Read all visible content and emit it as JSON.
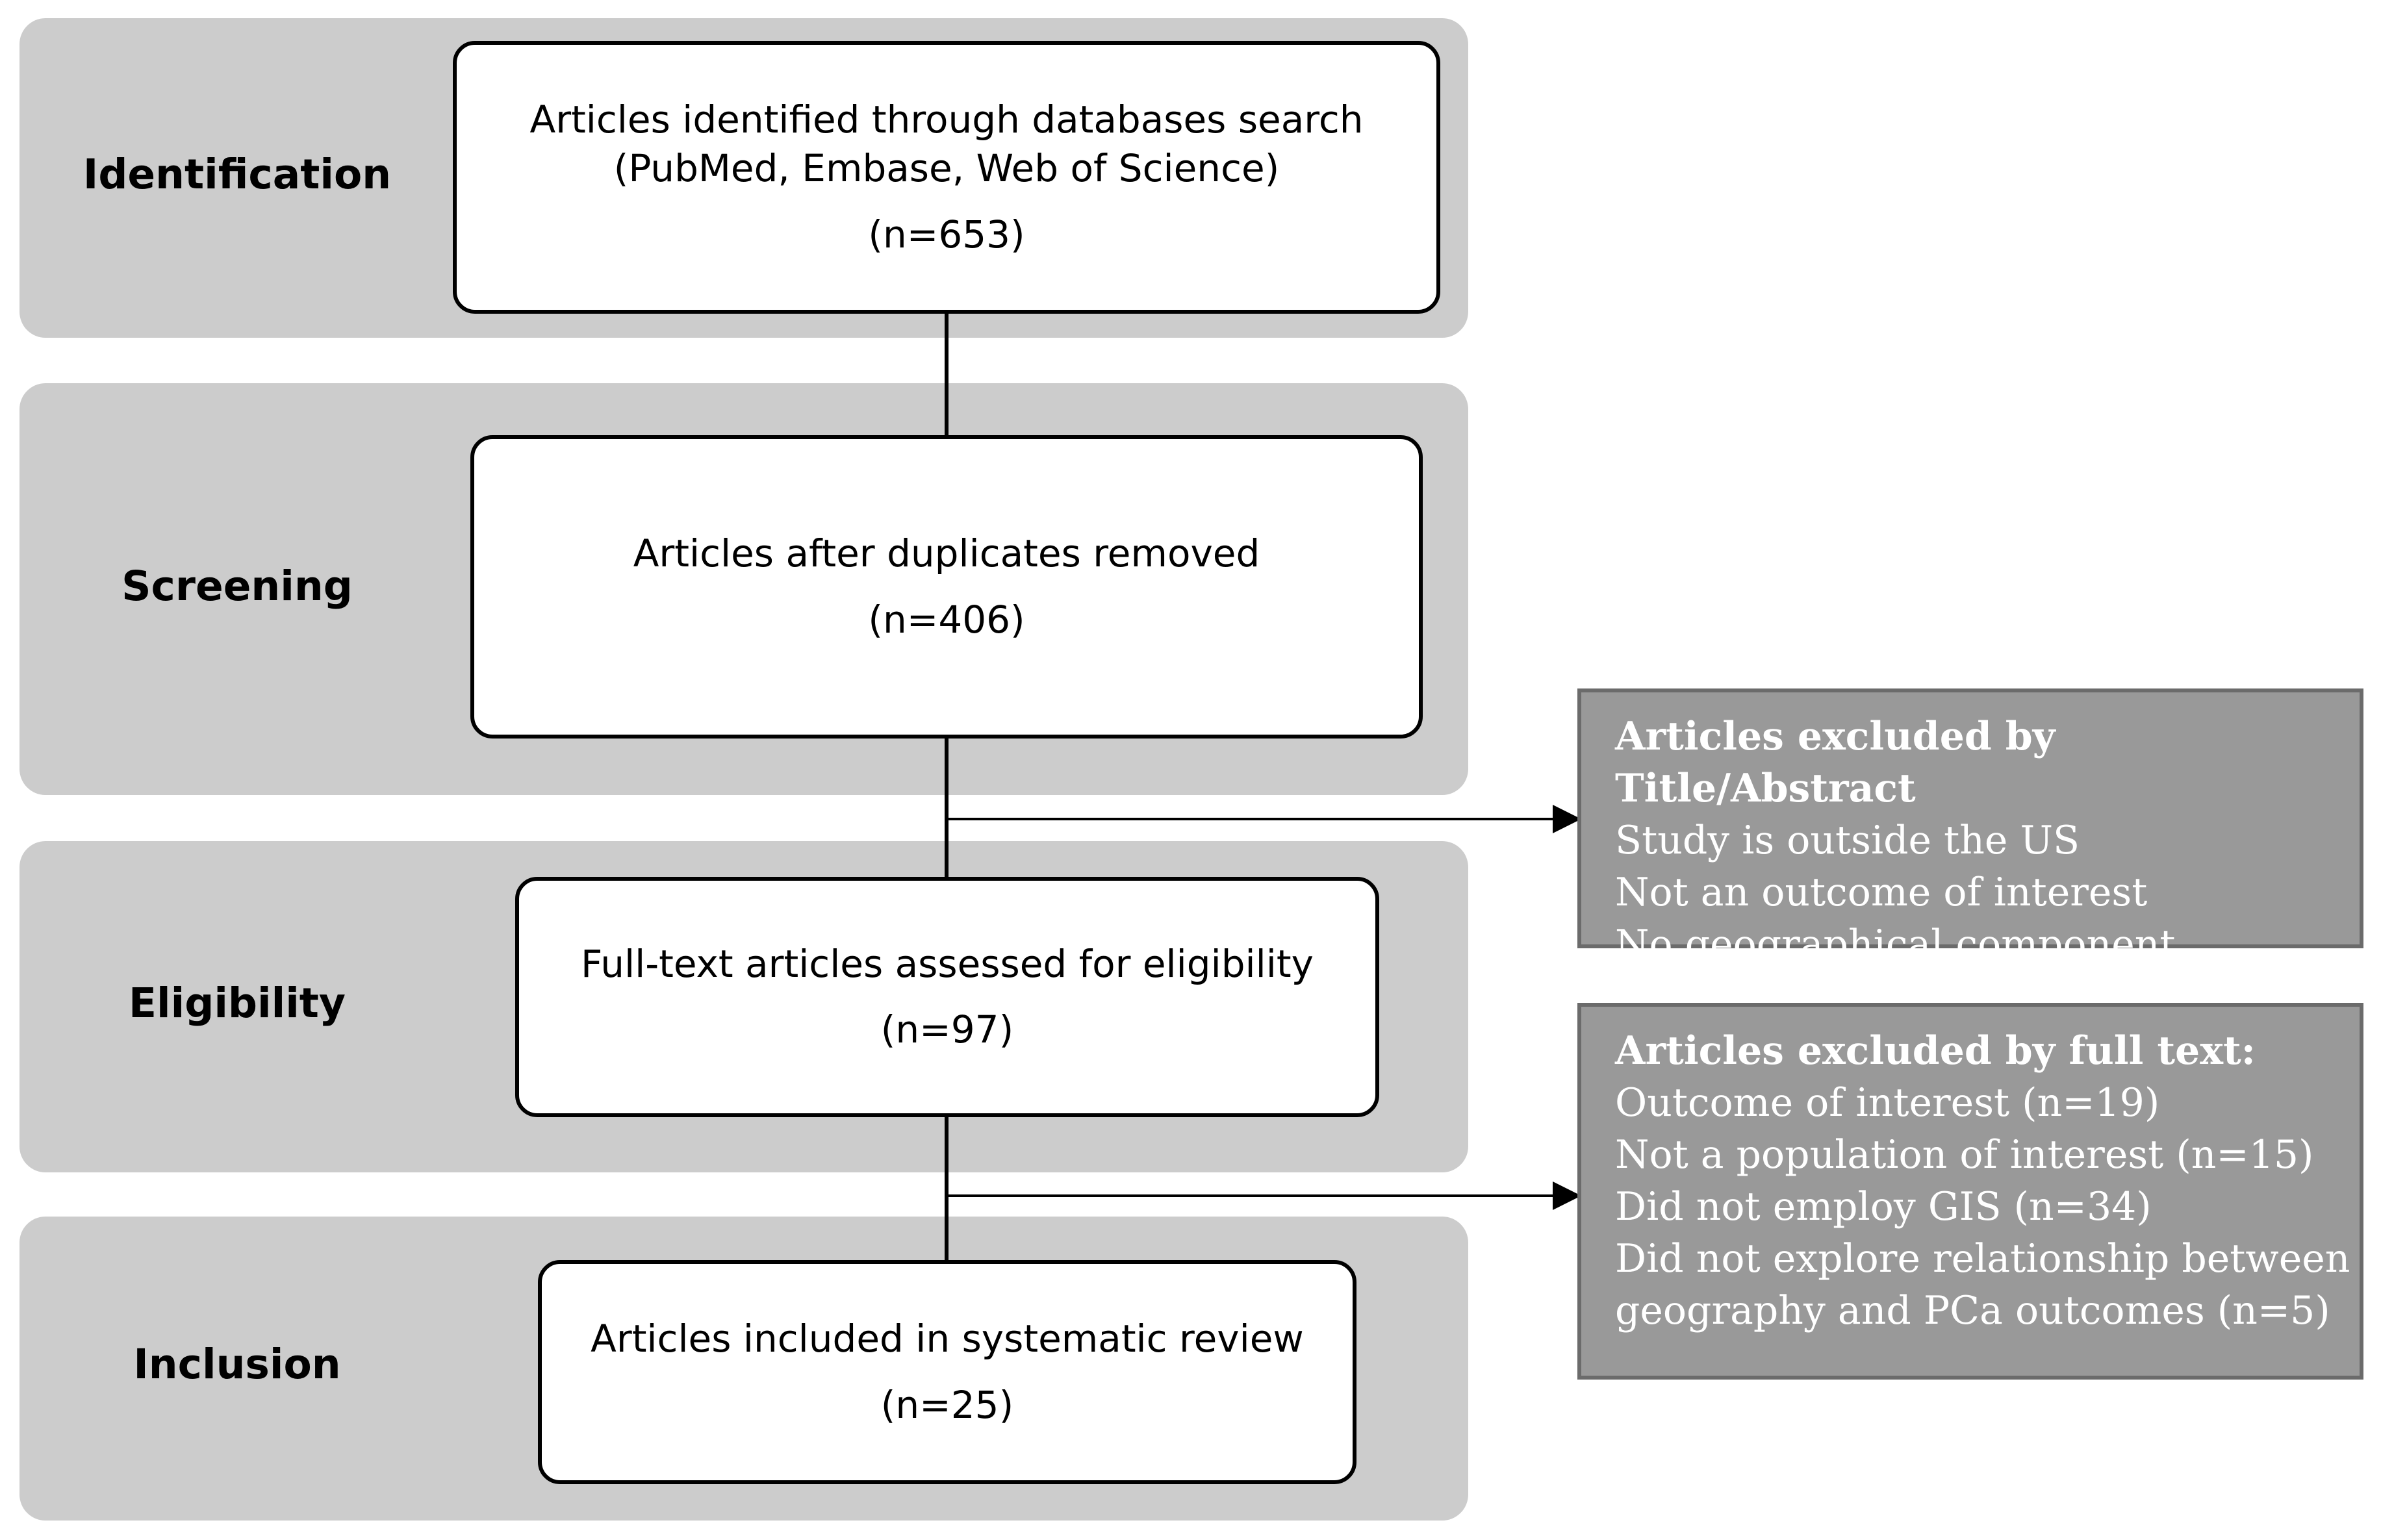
{
  "stages": {
    "identification": "Identification",
    "screening": "Screening",
    "eligibility": "Eligibility",
    "inclusion": "Inclusion"
  },
  "boxes": {
    "identified": {
      "line1": "Articles identified through databases search",
      "line2": "(PubMed, Embase, Web of Science)",
      "count": "(n=653)"
    },
    "deduplicated": {
      "line1": "Articles after duplicates removed",
      "count": "(n=406)"
    },
    "eligibility": {
      "line1": "Full-text articles assessed for eligibility",
      "count": "(n=97)"
    },
    "included": {
      "line1": "Articles included in systematic review",
      "count": "(n=25)"
    }
  },
  "exclusions": {
    "title_abstract": {
      "title": "Articles excluded by Title/Abstract",
      "items": [
        "Study is outside the US",
        "Not an outcome of interest",
        "No geographical component"
      ]
    },
    "full_text": {
      "title": "Articles excluded by full text:",
      "items": [
        "Outcome of interest (n=19)",
        "Not a population of interest (n=15)",
        "Did not employ GIS (n=34)",
        "Did not explore relationship between",
        "geography and PCa outcomes (n=5)"
      ]
    }
  },
  "colors": {
    "band": "#cccccc",
    "exclusion_fill": "#999999",
    "exclusion_border": "#6b6b6b",
    "line": "#000000"
  }
}
